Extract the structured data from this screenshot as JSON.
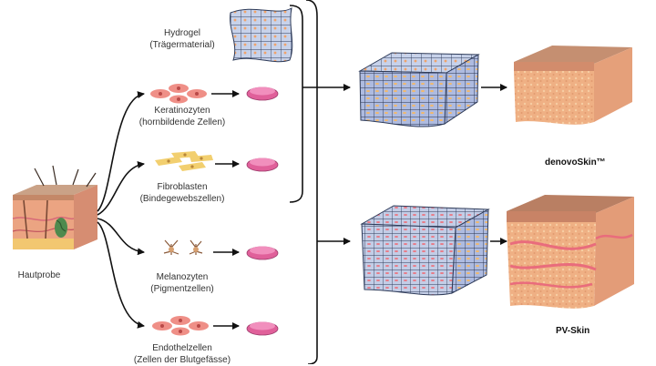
{
  "diagram": {
    "source": {
      "label": "Hautprobe"
    },
    "scaffold": {
      "name": "Hydrogel",
      "description": "(Trägermaterial)"
    },
    "cells": [
      {
        "name": "Keratinozyten",
        "description": "(hornbildende Zellen)"
      },
      {
        "name": "Fibroblasten",
        "description": "(Bindegewebszellen)"
      },
      {
        "name": "Melanozyten",
        "description": "(Pigmentzellen)"
      },
      {
        "name": "Endothelzellen",
        "description": "(Zellen der Blutgefässe)"
      }
    ],
    "products": [
      {
        "name": "denovoSkin™"
      },
      {
        "name": "PV-Skin"
      }
    ],
    "colors": {
      "arrow": "#111111",
      "skin_top": "#c98f6f",
      "skin_body": "#e9a57e",
      "vessel": "#e96c7c",
      "petri_fill": "#e0609a",
      "gel_grid": "#2f3c5a",
      "gel_fill": "#c3cde6",
      "cell_yellow": "#f2cf6f",
      "cell_pink": "#ef8f87"
    }
  }
}
